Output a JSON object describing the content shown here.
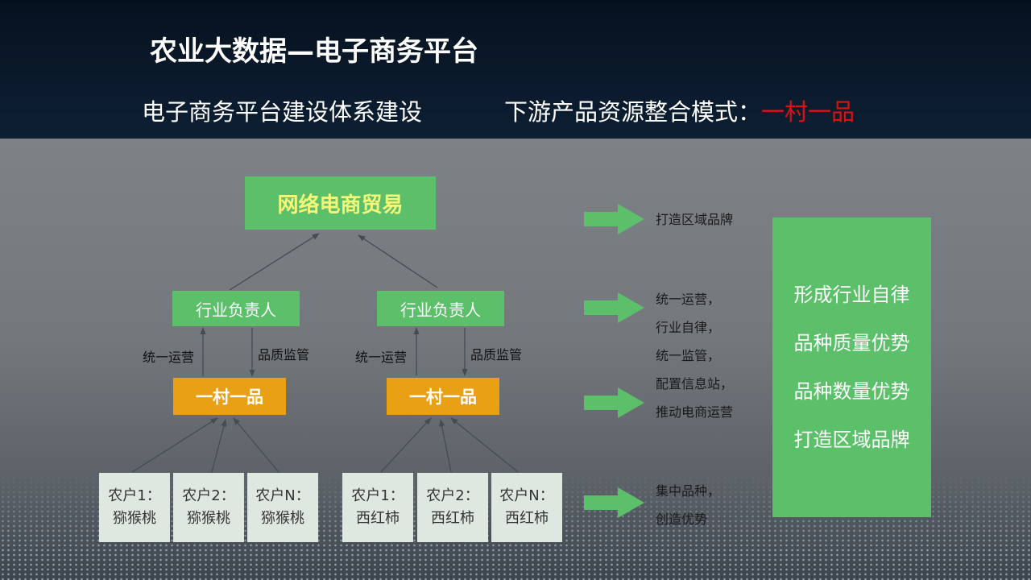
{
  "header": {
    "title": "农业大数据—电子商务平台",
    "subtitle_left": "电子商务平台建设体系建设",
    "subtitle_right_prefix": "下游产品资源整合模式：",
    "subtitle_right_highlight": "一村一品",
    "highlight_color": "#e01010"
  },
  "diagram": {
    "top_node": "网络电商贸易",
    "managers": [
      "行业负责人",
      "行业负责人"
    ],
    "up_label": "统一运营",
    "down_label": "品质监管",
    "village_nodes": [
      "一村一品",
      "一村一品"
    ],
    "farmers": [
      {
        "line1": "农户1：",
        "line2": "猕猴桃"
      },
      {
        "line1": "农户2：",
        "line2": "猕猴桃"
      },
      {
        "line1": "农户N：",
        "line2": "猕猴桃"
      },
      {
        "line1": "农户1：",
        "line2": "西红柿"
      },
      {
        "line1": "农户2：",
        "line2": "西红柿"
      },
      {
        "line1": "农户N：",
        "line2": "西红柿"
      }
    ]
  },
  "notes": {
    "n1": [
      "打造区域品牌"
    ],
    "n2": [
      "统一运营，",
      "行业自律，",
      "统一监管，",
      "配置信息站，",
      "推动电商运营"
    ],
    "n3": [
      "集中品种，",
      "创造优势"
    ]
  },
  "summary": [
    "形成行业自律",
    "品种质量优势",
    "品种数量优势",
    "打造区域品牌"
  ],
  "colors": {
    "green": "#5cbf6a",
    "orange": "#e9a015",
    "farmer_box": "#dfe8e0",
    "top_text": "#f3f77a",
    "header_bg": "#0b1a2c"
  }
}
